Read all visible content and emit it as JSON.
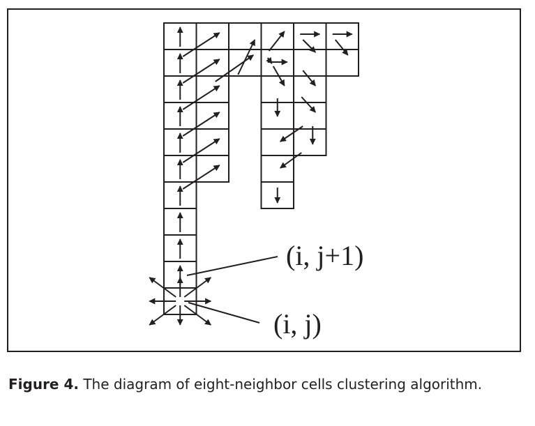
{
  "diagram": {
    "labels": {
      "upper_cell": "(i, j+1)",
      "lower_cell": "(i, j)"
    }
  },
  "caption": {
    "figure_number": "Figure 4.",
    "text": " The diagram of eight-neighbor cells clustering algorithm."
  }
}
